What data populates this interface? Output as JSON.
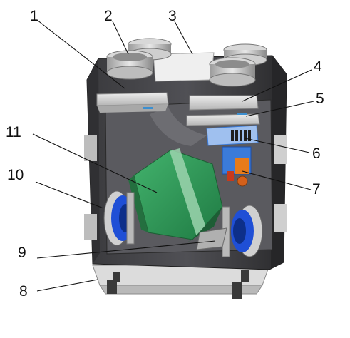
{
  "callouts": [
    {
      "id": "1",
      "label": "1"
    },
    {
      "id": "2",
      "label": "2"
    },
    {
      "id": "3",
      "label": "3"
    },
    {
      "id": "4",
      "label": "4"
    },
    {
      "id": "5",
      "label": "5"
    },
    {
      "id": "6",
      "label": "6"
    },
    {
      "id": "7",
      "label": "7"
    },
    {
      "id": "8",
      "label": "8"
    },
    {
      "id": "9",
      "label": "9"
    },
    {
      "id": "10",
      "label": "10"
    },
    {
      "id": "11",
      "label": "11"
    }
  ],
  "colors": {
    "housing_dark": "#2c2c2e",
    "housing_mid": "#4a4a4e",
    "panel_light": "#c9c9c9",
    "exchanger_green": "#2f9a57",
    "fan_blue": "#1f4fd6",
    "orange": "#e77b1a",
    "heater_blue": "#3b7bd9"
  }
}
